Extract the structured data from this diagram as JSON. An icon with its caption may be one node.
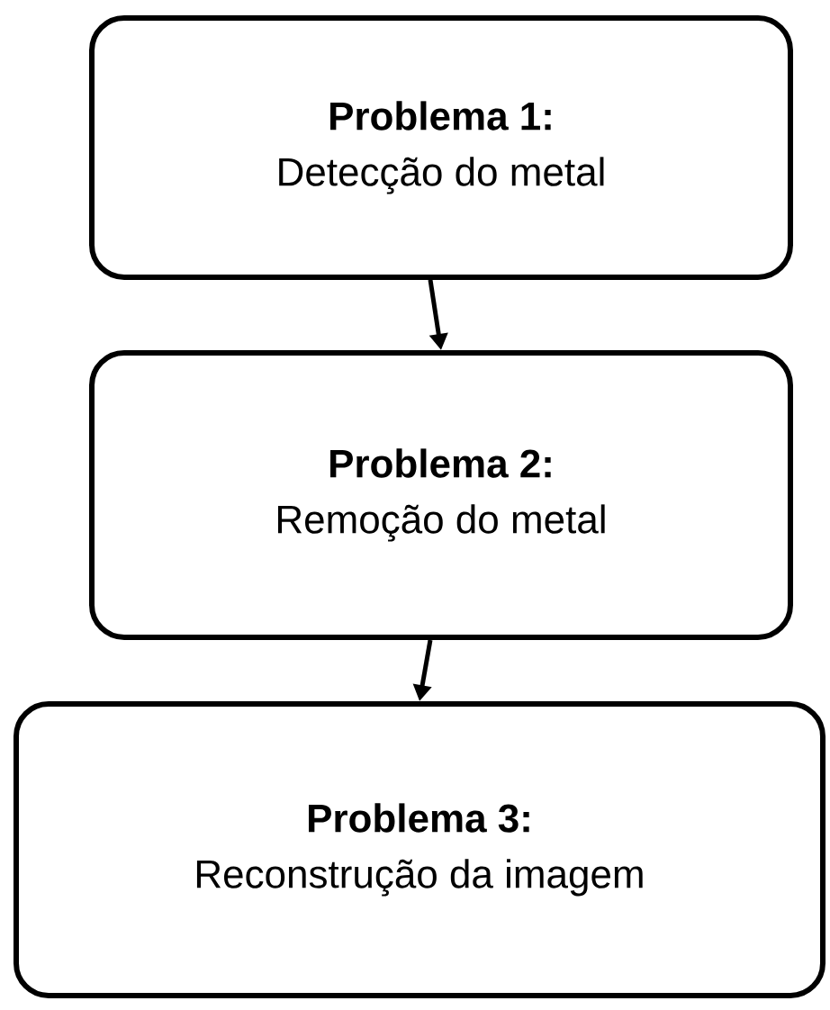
{
  "diagram": {
    "nodes": [
      {
        "text": [
          "Problema 1:",
          "Detecção do metal"
        ]
      },
      {
        "text": [
          "Problema 2:",
          "Remoção do metal"
        ]
      },
      {
        "text": [
          "Problema 3:",
          "Reconstrução da imagem"
        ]
      }
    ],
    "edges": [
      {
        "from": 0,
        "to": 1,
        "arrow": "to"
      },
      {
        "from": 1,
        "to": 2,
        "arrow": "to"
      }
    ]
  }
}
